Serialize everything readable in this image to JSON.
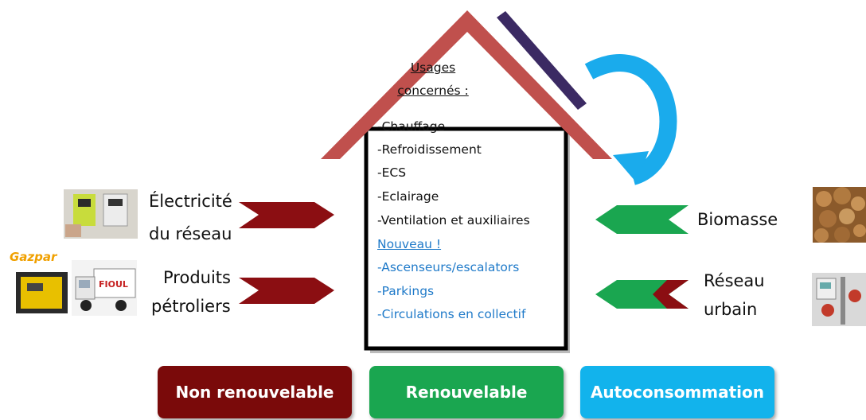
{
  "usages": {
    "title_line1": "Usages",
    "title_line2": "concernés :",
    "items": [
      "-Chauffage",
      "-Refroidissement",
      "-ECS",
      "-Eclairage",
      "-Ventilation et auxiliaires"
    ],
    "new_label": "Nouveau !",
    "new_items": [
      "-Ascenseurs/escalators",
      "-Parkings",
      "-Circulations en collectif"
    ]
  },
  "sources_left": [
    {
      "line1": "Électricité",
      "line2": "du réseau"
    },
    {
      "line1": "Produits",
      "line2": "pétroliers"
    }
  ],
  "sources_right": [
    {
      "line1": "Biomasse"
    },
    {
      "line1": "Réseau",
      "line2": "urbain"
    }
  ],
  "logos": {
    "gazpar": "Gazpar",
    "truck_text": "FIOUL"
  },
  "legend": [
    {
      "label": "Non renouvelable",
      "color": "#7a0a0a"
    },
    {
      "label": "Renouvelable",
      "color": "#1aa650"
    },
    {
      "label": "Autoconsommation",
      "color": "#12b3ec"
    }
  ],
  "colors": {
    "roof": "#c0504d",
    "solar_panel": "#3b2a63",
    "cycle_arrow": "#1aabec",
    "house_border": "#000000"
  }
}
